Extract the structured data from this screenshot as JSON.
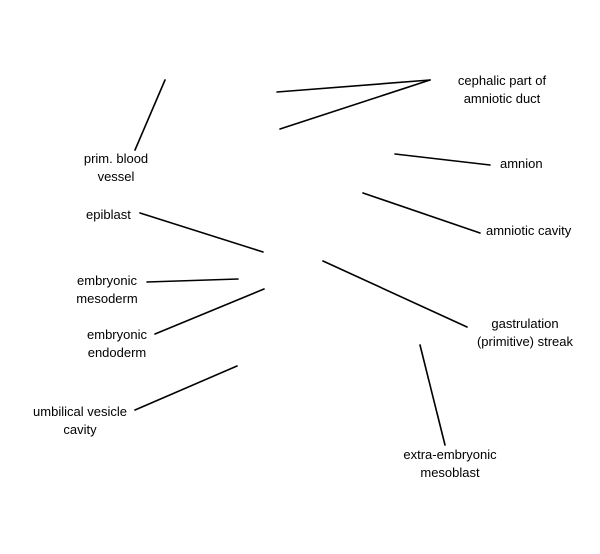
{
  "labels": {
    "cephalic_duct": [
      "cephalic part of",
      "amniotic duct"
    ],
    "amnion": [
      "amnion"
    ],
    "amniotic_cavity": [
      "amniotic cavity"
    ],
    "gastrulation_streak": [
      "gastrulation",
      "(primitive) streak"
    ],
    "extra_embryonic_mesoblast": [
      "extra-embryonic",
      "mesoblast"
    ],
    "prim_blood_vessel": [
      "prim. blood",
      "vessel"
    ],
    "epiblast": [
      "epiblast"
    ],
    "embryonic_mesoderm": [
      "embryonic",
      "mesoderm"
    ],
    "embryonic_endoderm": [
      "embryonic",
      "endoderm"
    ],
    "umbilical_vesicle_cavity": [
      "umbilical vesicle",
      "cavity"
    ]
  },
  "colors": {
    "background": "#ffffff",
    "ink": "#000000"
  }
}
